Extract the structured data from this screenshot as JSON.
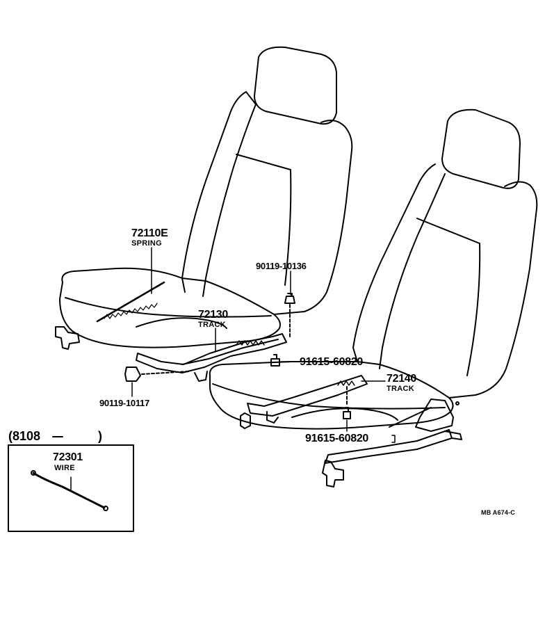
{
  "callouts": {
    "spring": {
      "part_no": "72110E",
      "name": "SPRING"
    },
    "screw_top": {
      "part_no": "90119-10136"
    },
    "track_left": {
      "part_no": "72130",
      "name": "TRACK"
    },
    "bolt_upper": {
      "part_no": "91615-60820"
    },
    "track_right": {
      "part_no": "72140",
      "name": "TRACK"
    },
    "bolt_lower": {
      "part_no": "91615-60820"
    },
    "screw_left": {
      "part_no": "90119-10117"
    }
  },
  "inset": {
    "range_start": "(8108",
    "range_end": ")",
    "part_no": "72301",
    "name": "WIRE"
  },
  "figure_code": "MB  A674-C"
}
